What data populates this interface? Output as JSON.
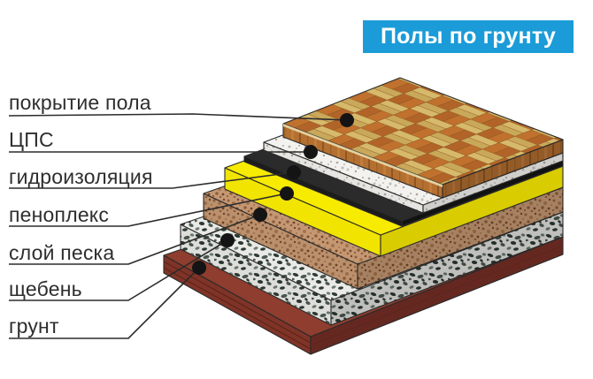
{
  "title_banner": {
    "text": "Полы по грунту",
    "bg_color": "#1B9CD8",
    "text_color": "#FFFFFF"
  },
  "layers": [
    {
      "id": "floor-covering",
      "label": "покрытие пола",
      "texture": "parquet",
      "colors": {
        "plank_dark1": "#C0712D",
        "plank_dark2": "#B26428",
        "plank_light1": "#D6B96A",
        "plank_light2": "#C9A85A",
        "seam": "#8E5824",
        "side": "#B47031",
        "side_dark": "#8F561F",
        "side_light": "#C58140",
        "edge_highlight": "#EFE3B2"
      }
    },
    {
      "id": "cement-sand-screed",
      "label": "ЦПС",
      "texture": "speckle_white",
      "colors": {
        "base": "#F3F2EE",
        "speckle1": "#A8A8A2",
        "speckle2": "#C2C2BC"
      }
    },
    {
      "id": "waterproofing",
      "label": "гидроизоляция",
      "texture": "solid",
      "colors": {
        "top": "#2B2B2B",
        "sw": "#1C1C1C",
        "se": "#121212"
      }
    },
    {
      "id": "penoplex",
      "label": "пеноплекс",
      "texture": "solid",
      "colors": {
        "top": "#F7EB00",
        "sw": "#F1E400",
        "se": "#D9CC00"
      }
    },
    {
      "id": "sand-layer",
      "label": "слой песка",
      "texture": "speckle_sand",
      "colors": {
        "base": "#C49873",
        "speckle1": "#8F5F3D",
        "speckle2": "#76452A",
        "speckle3": "#A5734C"
      }
    },
    {
      "id": "crushed-stone",
      "label": "щебень",
      "texture": "speckle_gravel",
      "colors": {
        "base": "#E9EAE6",
        "speckle1": "#2E3A35",
        "speckle2": "#4C5951",
        "speckle3": "#6E7B73"
      }
    },
    {
      "id": "ground",
      "label": "грунт",
      "texture": "solid",
      "colors": {
        "top": "#8E3D2E",
        "sw": "#7F3427",
        "se": "#652821",
        "face_line": "#5E241B"
      }
    }
  ],
  "style": {
    "background": "#FFFFFF",
    "outline_color": "#2A2A2A",
    "leader_line_color": "#2B2B2B",
    "marker_dot_color": "#141414",
    "label_text_color": "#2E2E2E"
  }
}
